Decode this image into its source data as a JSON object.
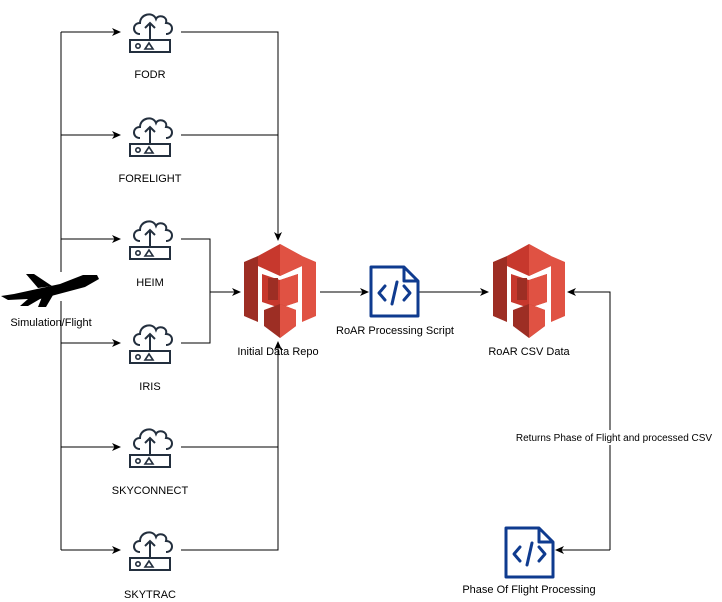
{
  "source": {
    "label": "Simulation/Flight",
    "icon": "airplane-icon"
  },
  "data_sources": [
    {
      "label": "FODR",
      "icon": "cloud-upload-icon"
    },
    {
      "label": "FORELIGHT",
      "icon": "cloud-upload-icon"
    },
    {
      "label": "HEIM",
      "icon": "cloud-upload-icon"
    },
    {
      "label": "IRIS",
      "icon": "cloud-upload-icon"
    },
    {
      "label": "SKYCONNECT",
      "icon": "cloud-upload-icon"
    },
    {
      "label": "SKYTRAC",
      "icon": "cloud-upload-icon"
    }
  ],
  "initial_repo": {
    "label": "Initial Data Repo",
    "icon": "s3-bucket-icon"
  },
  "processing_script": {
    "label": "RoAR Processing Script",
    "icon": "code-file-icon"
  },
  "csv_repo": {
    "label": "RoAR CSV Data",
    "icon": "s3-bucket-icon"
  },
  "phase_processing": {
    "label": "Phase Of Flight Processing",
    "icon": "code-file-icon"
  },
  "return_edge": {
    "label": "Returns Phase of Flight and processed CSV"
  },
  "colors": {
    "s3_dark": "#9d2e24",
    "s3_mid": "#c7382d",
    "s3_light": "#e05243",
    "code_blue": "#0f3b8f",
    "line": "#000000",
    "icon_gray": "#232f3e"
  }
}
